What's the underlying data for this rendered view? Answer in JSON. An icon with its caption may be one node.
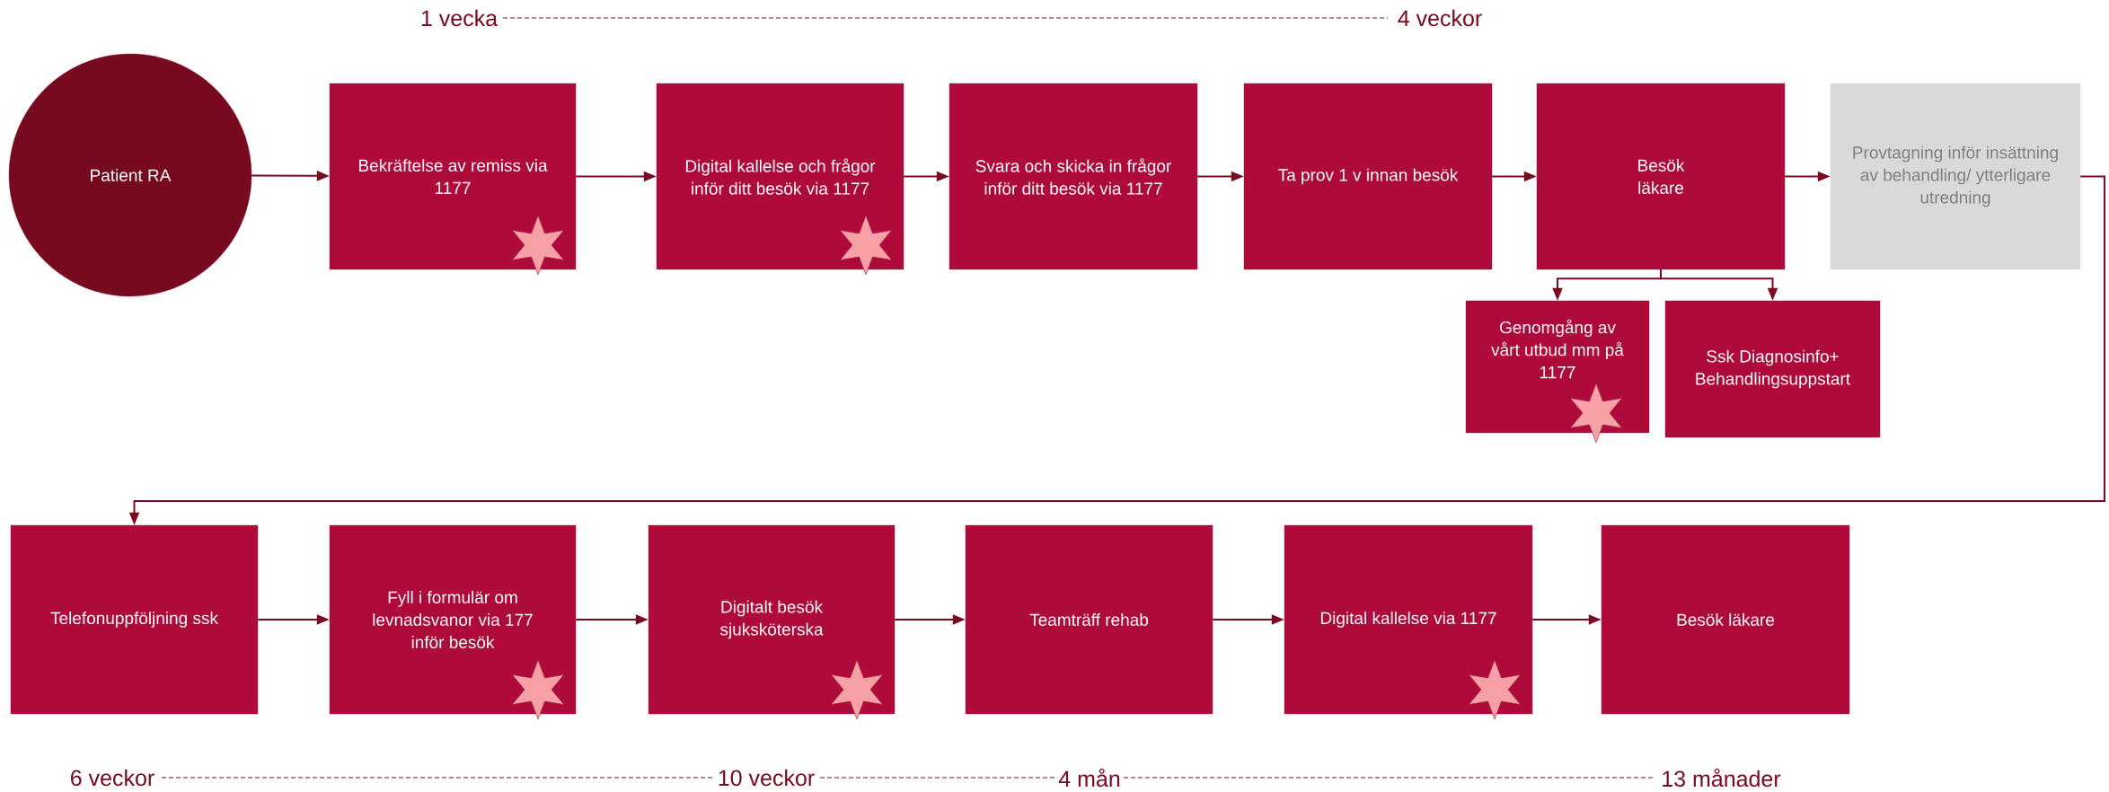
{
  "diagram": {
    "nodes": [
      {
        "text": [
          "Patient RA"
        ]
      },
      {
        "text": [
          "Bekräftelse av remiss via 1177"
        ]
      },
      {
        "text": [
          "Digital kallelse och frågor inför ditt besök via 1177"
        ]
      },
      {
        "text": [
          "Svara och skicka in frågor inför ditt besök via 1177"
        ]
      },
      {
        "text": [
          "Ta prov 1 v innan besök"
        ]
      },
      {
        "text": [
          "Besök läkare"
        ]
      },
      {
        "text": [
          "Provtagning inför insättning av behandling/ ytterligare utredning"
        ]
      },
      {
        "text": [
          "Genomgång av vårt utbud mm på 1177"
        ]
      },
      {
        "text": [
          "Ssk Diagnosinfo+ Behandlingsuppstart"
        ]
      },
      {
        "text": [
          "Telefonuppföljning ssk"
        ]
      },
      {
        "text": [
          "Fyll i formulär om levnadsvanor via 177 inför besök"
        ]
      },
      {
        "text": [
          "Digitalt besök sjuksköterska"
        ]
      },
      {
        "text": [
          "Teamträff rehab"
        ]
      },
      {
        "text": [
          "Digital kallelse via 1177"
        ]
      },
      {
        "text": [
          "Besök läkare"
        ]
      }
    ],
    "edges": [
      {
        "from": 0,
        "to": 1,
        "arrow": "to"
      },
      {
        "from": 1,
        "to": 2,
        "arrow": "to"
      },
      {
        "from": 2,
        "to": 3,
        "arrow": "to"
      },
      {
        "from": 3,
        "to": 4,
        "arrow": "to"
      },
      {
        "from": 4,
        "to": 5,
        "arrow": "to"
      },
      {
        "from": 5,
        "to": 6,
        "arrow": "to"
      },
      {
        "from": 5,
        "to": 7,
        "arrow": "to"
      },
      {
        "from": 5,
        "to": 8,
        "arrow": "to"
      },
      {
        "from": 6,
        "to": 9,
        "arrow": "to"
      },
      {
        "from": 9,
        "to": 10,
        "arrow": "to"
      },
      {
        "from": 10,
        "to": 11,
        "arrow": "to"
      },
      {
        "from": 11,
        "to": 12,
        "arrow": "to"
      },
      {
        "from": 12,
        "to": 13,
        "arrow": "to"
      },
      {
        "from": 13,
        "to": 14,
        "arrow": "to"
      }
    ],
    "labels": [
      "1 vecka",
      "4 veckor",
      "6 veckor",
      "10 veckor",
      "4 mån",
      "13 månader"
    ]
  }
}
